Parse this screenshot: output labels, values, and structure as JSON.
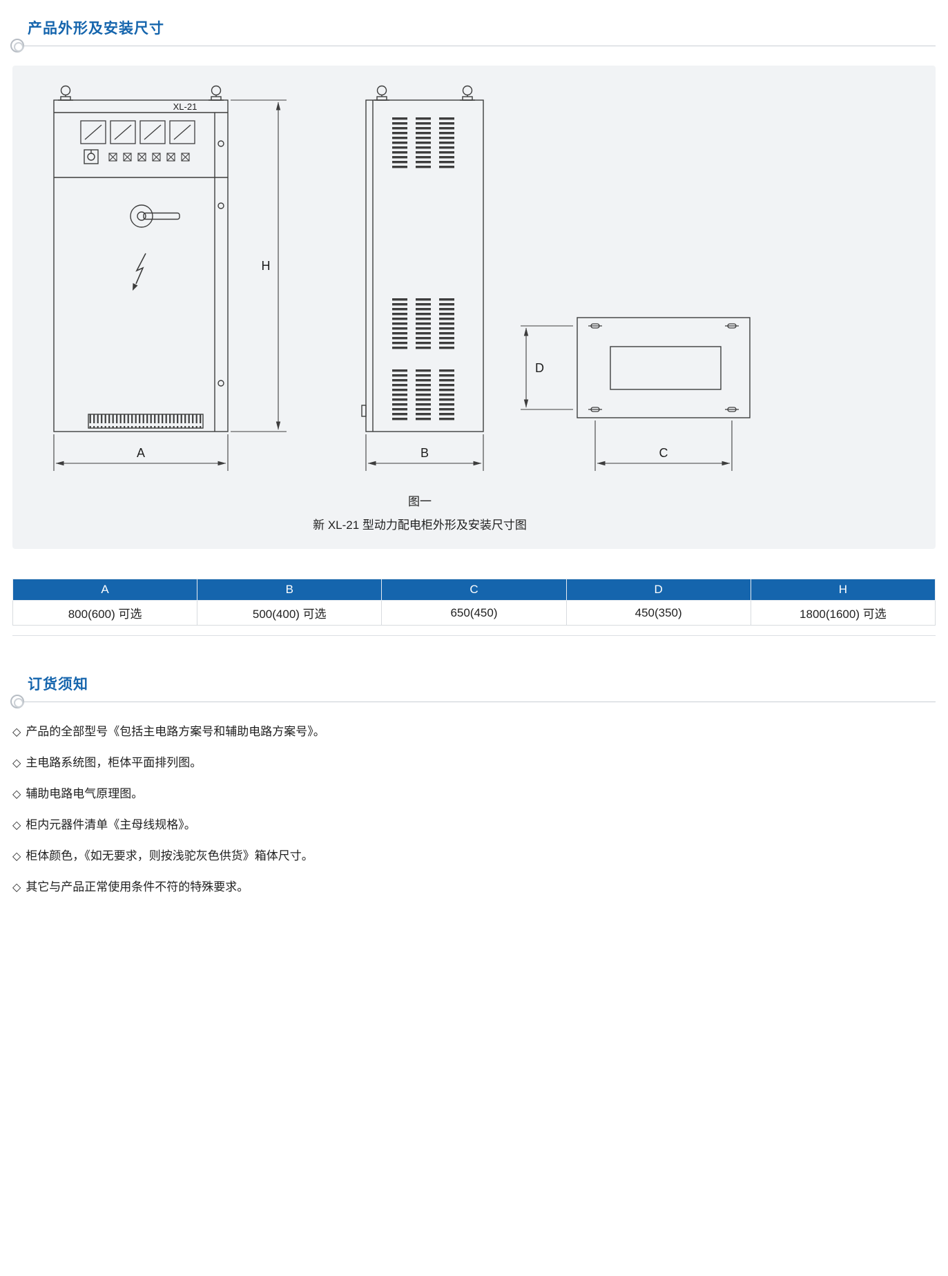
{
  "section1": {
    "title": "产品外形及安装尺寸"
  },
  "figure": {
    "cabinet_label": "XL-21",
    "dims": {
      "A": "A",
      "B": "B",
      "C": "C",
      "D": "D",
      "H": "H"
    },
    "caption_line1": "图一",
    "caption_line2": "新 XL-21 型动力配电柜外形及安装尺寸图"
  },
  "table": {
    "headers": [
      "A",
      "B",
      "C",
      "D",
      "H"
    ],
    "values": [
      "800(600) 可选",
      "500(400) 可选",
      "650(450)",
      "450(350)",
      "1800(1600) 可选"
    ]
  },
  "section2": {
    "title": "订货须知",
    "bullet": "◇",
    "items": [
      "产品的全部型号《包括主电路方案号和辅助电路方案号》。",
      "主电路系统图，柜体平面排列图。",
      "辅助电路电气原理图。",
      "柜内元器件清单《主母线规格》。",
      "柜体颜色，《如无要求，则按浅驼灰色供货》箱体尺寸。",
      "其它与产品正常使用条件不符的特殊要求。"
    ]
  },
  "colors": {
    "accent_blue": "#1565ad",
    "panel_gray": "#f1f3f5",
    "line_gray": "#c9ced4",
    "drawing_stroke": "#3d3d3d"
  }
}
